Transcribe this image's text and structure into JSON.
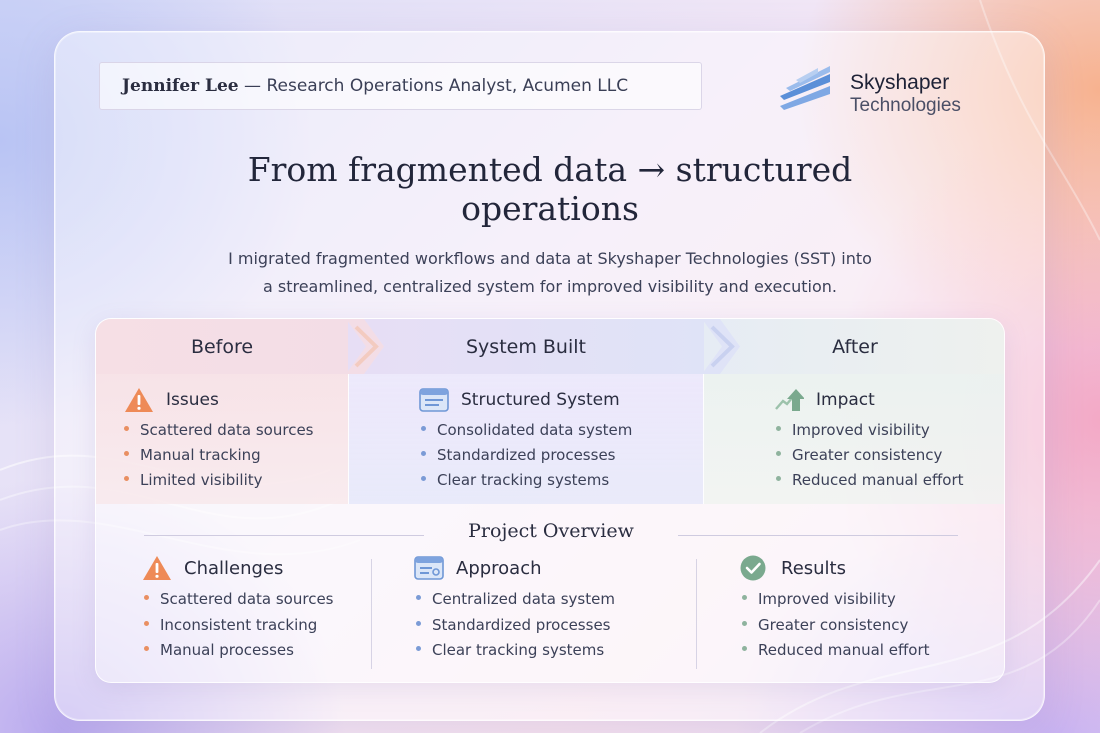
{
  "author": {
    "name": "Jennifer Lee",
    "role": "— Research Operations Analyst, Acumen LLC"
  },
  "logo": {
    "name": "Skyshaper",
    "subname": "Technologies",
    "icon": "skyshaper-logo-stripes"
  },
  "headline": {
    "line1": "From fragmented data → structured",
    "line2": "operations"
  },
  "summary": {
    "line1": "I migrated fragmented workflows and data at Skyshaper Technologies (SST) into",
    "line2": "a streamlined, centralized system for improved visibility and execution."
  },
  "stages": [
    {
      "header": "Before",
      "title": "Issues",
      "icon": "warning-icon",
      "items": [
        "Scattered data sources",
        "Manual tracking",
        "Limited visibility"
      ]
    },
    {
      "header": "System Built",
      "title": "Structured System",
      "icon": "window-icon",
      "items": [
        "Consolidated data system",
        "Standardized processes",
        "Clear tracking systems"
      ]
    },
    {
      "header": "After",
      "title": "Impact",
      "icon": "growth-arrow-icon",
      "items": [
        "Improved visibility",
        "Greater consistency",
        "Reduced manual effort"
      ]
    }
  ],
  "overview": {
    "title": "Project Overview",
    "sections": [
      {
        "title": "Challenges",
        "icon": "warning-icon",
        "items": [
          "Scattered data sources",
          "Inconsistent tracking",
          "Manual processes"
        ]
      },
      {
        "title": "Approach",
        "icon": "window-icon",
        "items": [
          "Centralized data system",
          "Standardized processes",
          "Clear tracking systems"
        ]
      },
      {
        "title": "Results",
        "icon": "check-circle-icon",
        "items": [
          "Improved visibility",
          "Greater consistency",
          "Reduced manual effort"
        ]
      }
    ]
  },
  "colors": {
    "warning": "#ee8a57",
    "bullet_before": "#e98f62",
    "bullet_system": "#7b9bd6",
    "bullet_after": "#8fb39e",
    "check": "#7aa98e",
    "logo_blue": "#5b8fd8"
  }
}
